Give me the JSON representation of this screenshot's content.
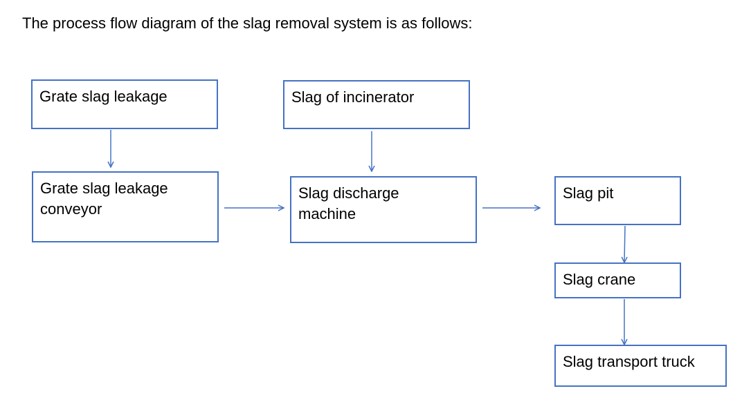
{
  "intro_text": "The process flow diagram of the slag removal system is as follows:",
  "accent_color": "#4472C4",
  "nodes": {
    "grate_slag_leakage": "Grate slag leakage",
    "slag_of_incinerator": "Slag of incinerator",
    "grate_slag_leakage_conveyor": [
      "Grate slag leakage",
      "conveyor"
    ],
    "slag_discharge_machine": [
      "Slag discharge",
      "machine"
    ],
    "slag_pit": "Slag pit",
    "slag_crane": "Slag crane",
    "slag_transport_truck": "Slag transport truck"
  },
  "edges": [
    {
      "from": "Grate slag leakage",
      "to": "Grate slag leakage conveyor"
    },
    {
      "from": "Slag of incinerator",
      "to": "Slag discharge machine"
    },
    {
      "from": "Grate slag leakage conveyor",
      "to": "Slag discharge machine"
    },
    {
      "from": "Slag discharge machine",
      "to": "Slag pit"
    },
    {
      "from": "Slag pit",
      "to": "Slag crane"
    },
    {
      "from": "Slag crane",
      "to": "Slag transport truck"
    }
  ]
}
